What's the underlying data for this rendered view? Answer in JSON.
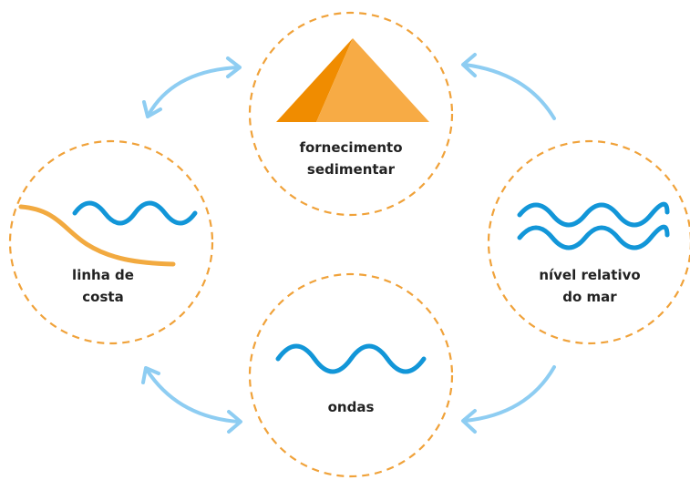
{
  "nodes": {
    "sediment": {
      "line1": "fornecimento",
      "line2": "sedimentar"
    },
    "coastline": {
      "line1": "linha de",
      "line2": "costa"
    },
    "sea_level": {
      "line1": "nível relativo",
      "line2": "do mar"
    },
    "waves": {
      "line1": "ondas"
    }
  },
  "colors": {
    "ring": "#f0a23a",
    "arrow": "#8ecdf2",
    "wave": "#1296d8",
    "pyramid_dark": "#f08c00",
    "pyramid_light": "#f7ab45",
    "coastline": "#f2aa40",
    "label": "#222222"
  }
}
